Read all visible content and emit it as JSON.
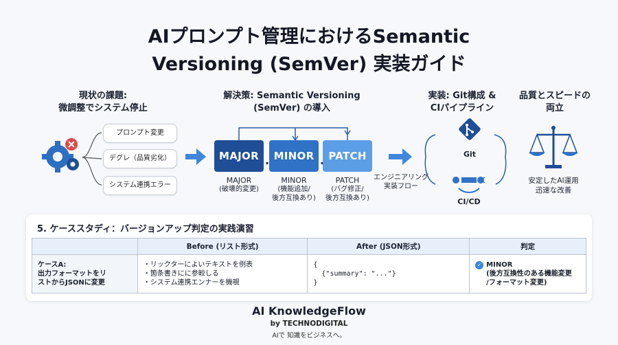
{
  "title_line1": "AIプロンプト管理におけるSemantic",
  "title_line2": "Versioning (SemVer) 実装ガイド",
  "sections": {
    "problem": {
      "line1": "現状の課題:",
      "line2": "微調整でシステム停止"
    },
    "solution": {
      "line1": "解決策: Semantic Versioning",
      "line2": "(SemVer) の導入"
    },
    "implementation": {
      "line1": "実装: Git構成 &",
      "line2": "CIパイプライン"
    },
    "quality": {
      "line1": "品質とスピードの",
      "line2": "両立"
    }
  },
  "problems": [
    "プロンプト変更",
    "デグレ（品質劣化）",
    "システム連携エラー"
  ],
  "versions": [
    {
      "label": "MAJOR",
      "caption": "MAJOR",
      "sub1": "(破壊的変更)",
      "sub2": "",
      "color": "#1f4e96"
    },
    {
      "label": "MINOR",
      "caption": "MINOR",
      "sub1": "(機能追加/",
      "sub2": "後方互換あり)",
      "color": "#2f72c6"
    },
    {
      "label": "PATCH",
      "caption": "PATCH",
      "sub1": "(バグ修正/",
      "sub2": "後方互換あり)",
      "color": "#5b9ee6"
    }
  ],
  "engineering_flow": {
    "line1": "エンジニアリング",
    "line2": "実装フロー"
  },
  "git_label": "Git",
  "cicd_label": "CI/CD",
  "result": {
    "line1": "安定したAI運用",
    "line2": "迅速な改善"
  },
  "case_study": {
    "title": "5. ケーススタディ：バージョンアップ判定の実践演習",
    "headers": [
      "",
      "Before (リスト形式)",
      "After (JSON形式)",
      "判定"
    ],
    "row": {
      "case_line1": "ケースA:",
      "case_line2": "出力フォーマットをリ",
      "case_line3": "ストからJSONに変更",
      "before_1": "・リックターによいテキストを例表",
      "before_2": "・箇条書きにに参較しる",
      "before_3": "・システム連携エンナーを機覗",
      "after_code": "{\n  {\"summary\": \"...\"}\n}",
      "verdict_1": "MINOR",
      "verdict_2": "(後方互換性のある機能変更",
      "verdict_3": "/フォーマット変更)"
    }
  },
  "brand": {
    "name": "AI KnowledgeFlow",
    "by": "by TECHNODIGITAL",
    "tagline": "AIで 知識をビジネスへ。"
  }
}
